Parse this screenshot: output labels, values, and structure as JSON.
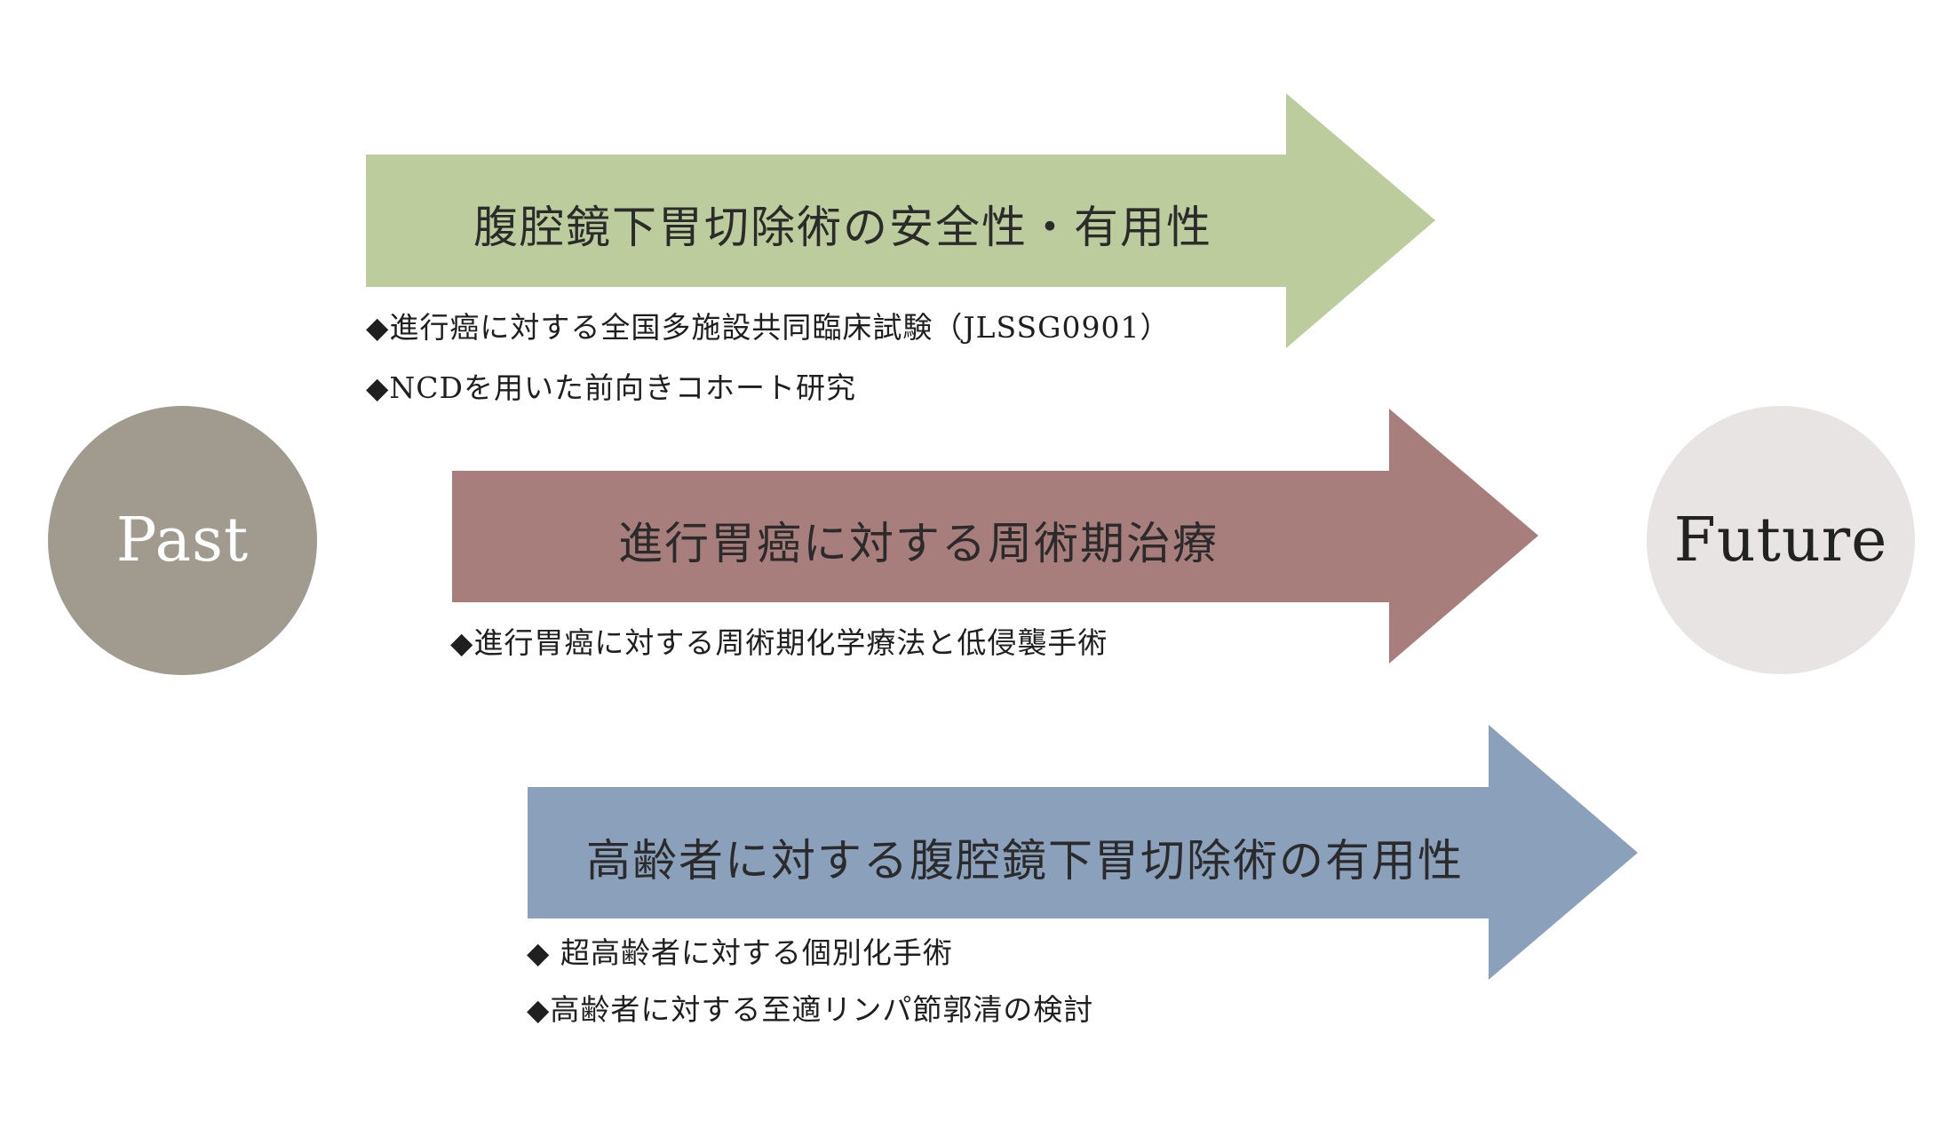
{
  "circles": {
    "past": {
      "label": "Past",
      "fill": "#a09b8e",
      "text_color": "#ffffff"
    },
    "future": {
      "label": "Future",
      "fill": "#e7e4e3",
      "text_color": "#222222"
    }
  },
  "arrows": [
    {
      "title": "腹腔鏡下胃切除術の安全性・有用性",
      "color": "#bccc9c",
      "bullets": [
        "◆進行癌に対する全国多施設共同臨床試験（JLSSG0901）",
        "◆NCDを用いた前向きコホート研究"
      ]
    },
    {
      "title": "進行胃癌に対する周術期治療",
      "color": "#a87e7d",
      "bullets": [
        "◆進行胃癌に対する周術期化学療法と低侵襲手術"
      ]
    },
    {
      "title": "高齢者に対する腹腔鏡下胃切除術の有用性",
      "color": "#8aa0bb",
      "bullets": [
        "◆ 超高齢者に対する個別化手術",
        "◆高齢者に対する至適リンパ節郭清の検討"
      ]
    }
  ]
}
